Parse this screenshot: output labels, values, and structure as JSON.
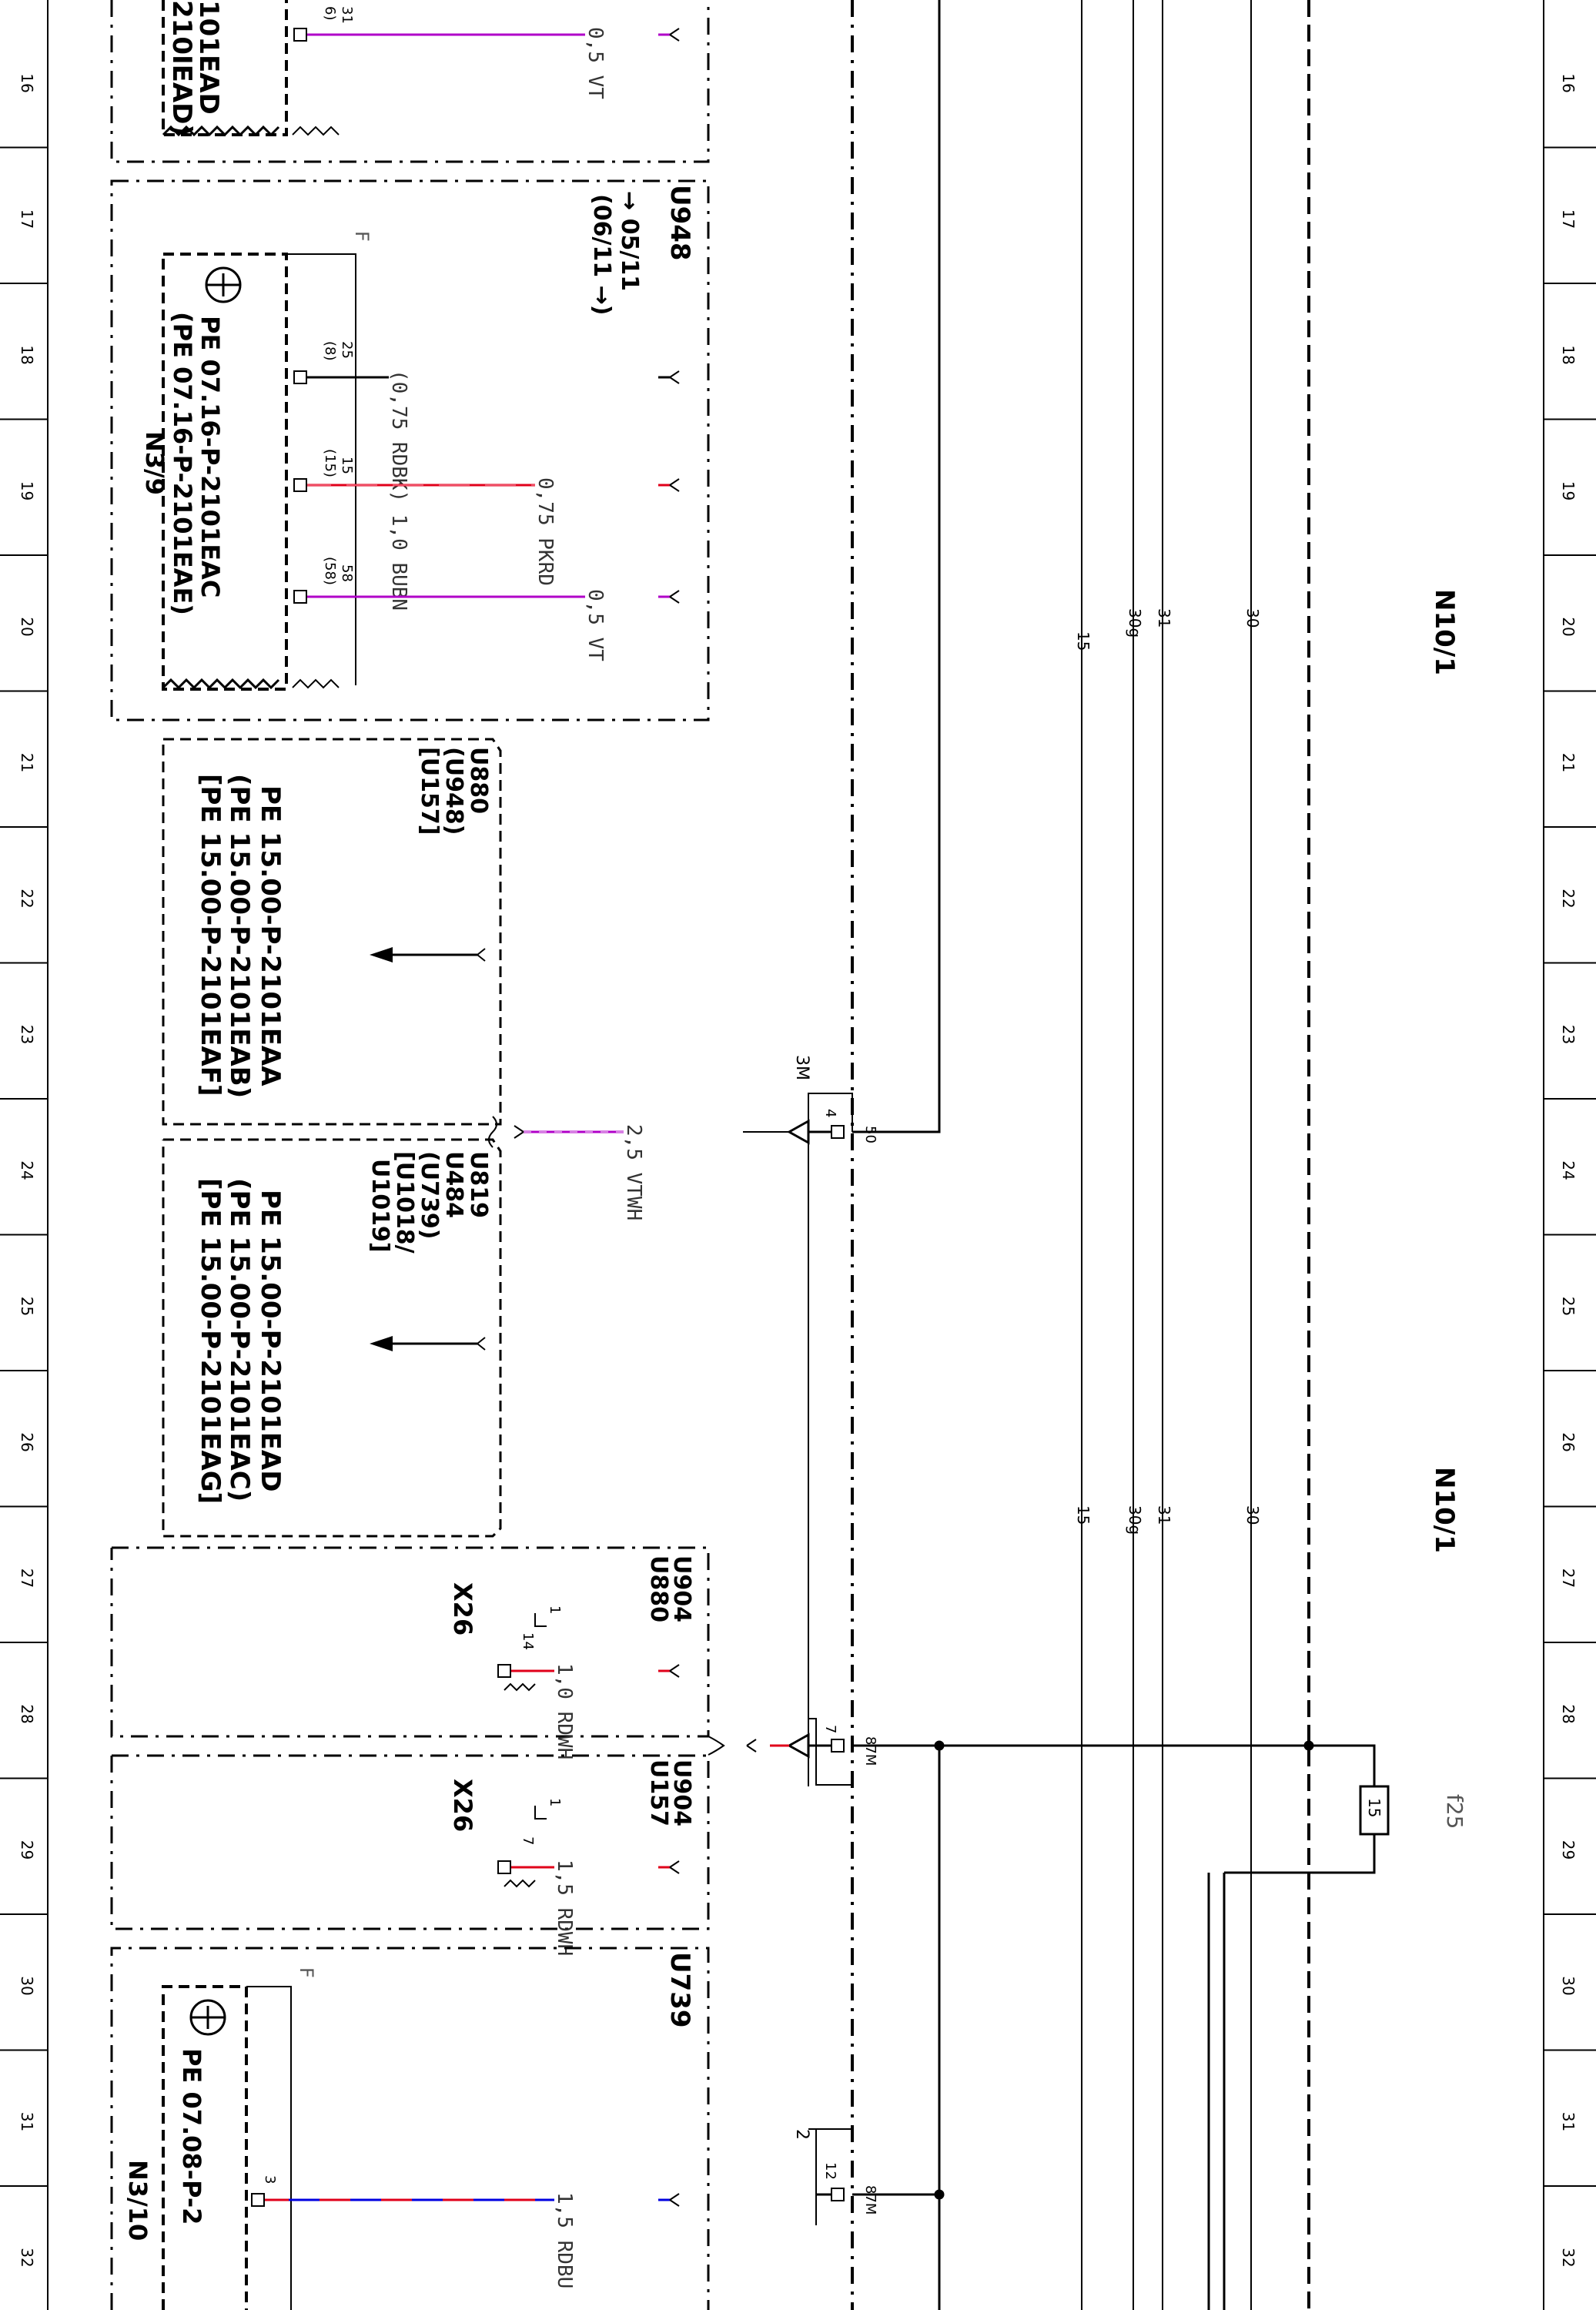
{
  "rows": [
    "16",
    "17",
    "18",
    "19",
    "20",
    "21",
    "22",
    "23",
    "24",
    "25",
    "26",
    "27",
    "28",
    "29",
    "30",
    "31",
    "32"
  ],
  "colors": {
    "violet": "#b000c8",
    "red": "#e0001a",
    "blue": "#0000e0",
    "black": "#000000",
    "dark_red": "#b00000"
  },
  "n10_label": "N10/1",
  "bus_labels": [
    "15",
    "30g",
    "31",
    "30"
  ],
  "f25": {
    "label": "f25",
    "value": "15",
    "pin_87m": "87M"
  },
  "top_partial": {
    "pin": "31",
    "pin_alt": "6)",
    "ref1": "101EAD",
    "ref2": "210IEAD)",
    "wire": "0,5 VT"
  },
  "u948_block": {
    "code": "U948",
    "date1": "→ 05/11",
    "date2": "(06/11 →)",
    "f_label": "F",
    "component": "N3/9",
    "pe1": "PE 07.16-P-2101EAC",
    "pe2": "(PE 07.16-P-2101EAE)",
    "pins": [
      {
        "pin": "25",
        "alt": "(8)",
        "wire": "(0,75 RDBK) 1,0 BUBN"
      },
      {
        "pin": "15",
        "alt": "(15)",
        "wire": "0,75 PKRD"
      },
      {
        "pin": "58",
        "alt": "(58)",
        "wire": "0,5 VT"
      }
    ]
  },
  "ref_block_1": {
    "codes": [
      "U880",
      "(U948)",
      "[U157]"
    ],
    "pe": [
      "PE 15.00-P-2101EAA",
      "(PE 15.00-P-2101EAB)",
      "[PE 15.00-P-2101EAF]"
    ]
  },
  "ref_block_2": {
    "codes": [
      "U819",
      "U484",
      "(U739)",
      "[U1018/",
      "U1019]"
    ],
    "pe": [
      "PE 15.00-P-2101EAD",
      "(PE 15.00-P-2101EAC)",
      "[PE 15.00-P-2101EAG]"
    ]
  },
  "connector_3m": {
    "label": "3M",
    "pin": "4",
    "terminal": "50",
    "wire": "2,5 VTWH"
  },
  "connector_87m_a": {
    "pin": "7",
    "terminal": "87M"
  },
  "connector_87m_b": {
    "label": "2",
    "pin": "12",
    "terminal": "87M"
  },
  "u904_a": {
    "codes": [
      "U904",
      "U880"
    ],
    "connector": "X26",
    "pin": "14",
    "pin_top": "1",
    "wire": "1,0 RDWH"
  },
  "u904_b": {
    "codes": [
      "U904",
      "U157"
    ],
    "connector": "X26",
    "pin": "7",
    "pin_top": "1",
    "wire": "1,5 RDWH"
  },
  "u739_block": {
    "code": "U739",
    "f_label": "F",
    "component": "N3/10",
    "pe": "PE 07.08-P-2",
    "pin": "3",
    "wire": "1,5 RDBU"
  }
}
